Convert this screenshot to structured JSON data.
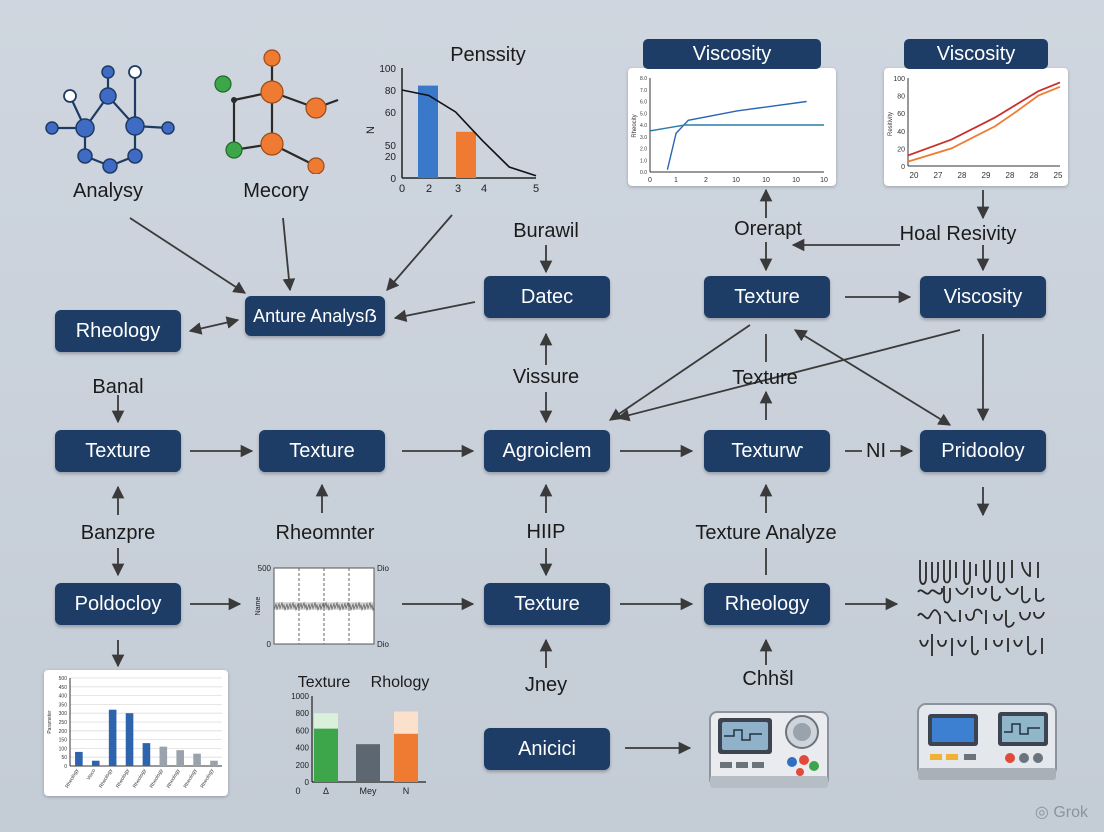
{
  "icon_labels": {
    "molecule_a": "Analysy",
    "molecule_b": "Mecory"
  },
  "nodes": {
    "rheology_left": "Rheology",
    "anture": "Anture Analysẞ",
    "datec": "Datec",
    "texture_top": "Texture",
    "viscosity_mid": "Viscosity",
    "texture_r2a": "Texture",
    "texture_r2b": "Texture",
    "agroiclem": "Agroiclem",
    "texturw": "Texturⱳ",
    "pridooloy": "Pridooloy",
    "poldocloy": "Poldocloy",
    "texture_r3": "Texture",
    "rheology_r3": "Rheology",
    "anicici": "Anicici"
  },
  "labels": {
    "burawil": "Burawil",
    "orerapt": "Orerapt",
    "hoal": "Hoal Resivity",
    "banal": "Banal",
    "vissure": "Vissure",
    "texture_float": "Texture",
    "ni": "NI",
    "banzpre": "Banzpre",
    "rheomnter": "Rheomnter",
    "hiip": "HIIP",
    "texture_analyze": "Texture Analyze",
    "jney": "Jney",
    "chhsl": "Chhšl"
  },
  "watermark": "Grok",
  "chart_data": [
    {
      "type": "bar",
      "title": "Penssity",
      "categories": [
        "0",
        "2",
        "3",
        "4",
        "5"
      ],
      "series": [
        {
          "values": [
            0,
            84,
            42,
            0,
            0
          ]
        }
      ],
      "curve": [
        [
          0,
          80
        ],
        [
          1,
          75
        ],
        [
          2,
          60
        ],
        [
          3,
          34
        ],
        [
          4,
          10
        ],
        [
          5,
          2
        ]
      ],
      "xticks": [
        "0",
        "2",
        "3",
        "4",
        "5"
      ],
      "yticks": [
        "0",
        "20",
        "50",
        "60",
        "80",
        "100"
      ],
      "ylabel": "N",
      "ylim": [
        0,
        100
      ],
      "colors": [
        "#3a78c9",
        "#ef7b32"
      ]
    },
    {
      "type": "line",
      "title": "Viscosity",
      "xticks": [
        "0",
        "1",
        "2",
        "10",
        "10",
        "10",
        "10"
      ],
      "yticks": [
        "0.0",
        "1.0",
        "2.0",
        "3.0",
        "4.0",
        "5.0",
        "6.0",
        "7.0",
        "8.0"
      ],
      "ylabel": "Rheocity",
      "series": [
        {
          "values": [
            [
              1,
              0.2
            ],
            [
              1.5,
              3.3
            ],
            [
              2.2,
              4.4
            ],
            [
              5,
              5.2
            ],
            [
              9,
              6.0
            ]
          ]
        },
        {
          "values": [
            [
              0,
              3.5
            ],
            [
              2,
              4.0
            ],
            [
              10,
              4.0
            ]
          ]
        }
      ],
      "xlim": [
        0,
        10
      ],
      "ylim": [
        0,
        8
      ],
      "colors": [
        "#2a66b2",
        "#2a7fa8"
      ]
    },
    {
      "type": "line",
      "title": "Viscosity",
      "xticks": [
        "20",
        "27",
        "28",
        "29",
        "28",
        "28",
        "25"
      ],
      "yticks": [
        "0",
        "20",
        "40",
        "60",
        "80",
        "100"
      ],
      "ylabel": "Resitivity",
      "series": [
        {
          "values": [
            [
              0,
              12
            ],
            [
              2,
              30
            ],
            [
              4,
              55
            ],
            [
              5,
              70
            ],
            [
              6,
              85
            ],
            [
              7,
              95
            ]
          ]
        },
        {
          "values": [
            [
              0,
              5
            ],
            [
              2,
              20
            ],
            [
              4,
              45
            ],
            [
              5,
              62
            ],
            [
              6,
              80
            ],
            [
              7,
              90
            ]
          ]
        }
      ],
      "xlim": [
        0,
        7
      ],
      "ylim": [
        0,
        100
      ],
      "colors": [
        "#c9302c",
        "#ef7b32"
      ]
    },
    {
      "type": "area",
      "title": "",
      "left_ticks": [
        "500",
        "0"
      ],
      "right_ticks": [
        "Dio",
        "Dio"
      ],
      "ylabel": "Name",
      "noise_band": [
        45,
        55
      ],
      "ylim": [
        0,
        100
      ]
    },
    {
      "type": "bar",
      "title": "",
      "ylabel": "Parameter",
      "yticks": [
        "0",
        "50",
        "100",
        "150",
        "200",
        "250",
        "300",
        "350",
        "400",
        "450",
        "500"
      ],
      "categories": [
        "Rheology",
        "Visco",
        "Rheology",
        "Rheology",
        "Rheology",
        "Rheology",
        "Rheology",
        "Rheology",
        "Rheology"
      ],
      "values": [
        80,
        30,
        320,
        300,
        130,
        110,
        90,
        70,
        30
      ],
      "ylim": [
        0,
        500
      ],
      "colors": [
        "#2d64ad",
        "#2d64ad",
        "#2d64ad",
        "#2d64ad",
        "#2d64ad",
        "#9aa3ad",
        "#9aa3ad",
        "#9aa3ad",
        "#9aa3ad"
      ]
    },
    {
      "type": "bar",
      "title": "",
      "legend": [
        "Texture",
        "Rhology"
      ],
      "categories": [
        "Δ",
        "Mey",
        "N"
      ],
      "values": [
        620,
        440,
        560
      ],
      "caps": [
        800,
        0,
        820
      ],
      "yticks": [
        "0",
        "200",
        "400",
        "600",
        "800",
        "1000"
      ],
      "ylim": [
        0,
        1000
      ],
      "colors": [
        "#3da64a",
        "#5d6772",
        "#ef7b32"
      ]
    }
  ]
}
